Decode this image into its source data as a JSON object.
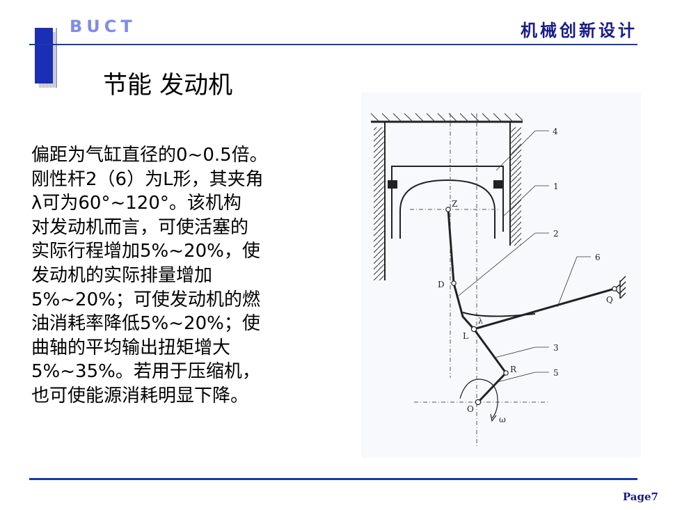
{
  "header": {
    "brand": "BUCT",
    "course": "机械创新设计"
  },
  "slide": {
    "title": "节能 发动机",
    "body_lines": [
      "偏距为气缸直径的0~0.5倍。",
      "刚性杆2（6）为L形，其夹角",
      "λ可为60°~120°。该机构",
      "对发动机而言，可使活塞的",
      "实际行程增加5%~20%，使",
      "发动机的实际排量增加",
      "5%~20%；可使发动机的燃",
      "油消耗率降低5%~20%；使",
      "曲轴的平均输出扭矩增大",
      "5%~35%。若用于压缩机，",
      "也可使能源消耗明显下降。"
    ]
  },
  "figure": {
    "part_numbers": [
      "4",
      "1",
      "2",
      "6",
      "3",
      "5"
    ],
    "point_labels": {
      "Z": "Z",
      "D": "D",
      "L": "L",
      "Q": "Q",
      "R": "R",
      "O": "O",
      "lambda": "λ",
      "omega": "ω"
    }
  },
  "footer": {
    "page": "Page7"
  },
  "colors": {
    "accent_blue": "#1b2eb6",
    "brand_light": "#7f8de6",
    "navy_text": "#1a1a8c"
  }
}
